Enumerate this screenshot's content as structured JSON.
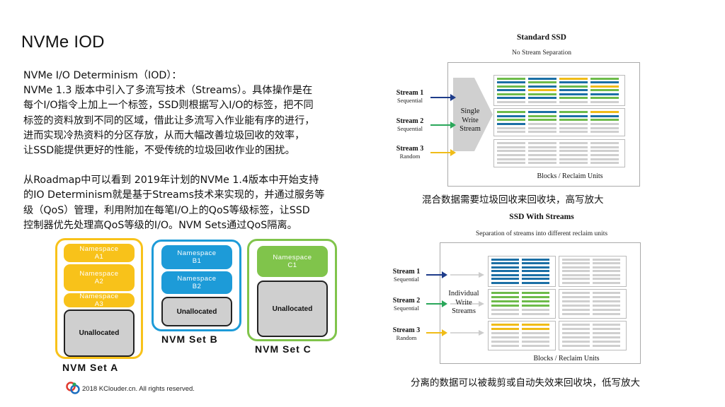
{
  "title": "NVMe IOD",
  "body": {
    "lines1": [
      "NVMe I/O Determinism（IOD）：",
      "NVMe 1.3 版本中引入了多流写技术（Streams）。具体操作是在",
      "每个I/O指令上加上一个标签，SSD则根据写入I/O的标签，把不同",
      "标签的资料放到不同的区域，借此让多流写入作业能有序的进行，",
      "进而实现冷热资料的分区存放，从而大幅改善垃圾回收的效率，",
      "让SSD能提供更好的性能，不受传统的垃圾回收作业的困扰。"
    ],
    "lines2": [
      "从Roadmap中可以看到 2019年计划的NVMe 1.4版本中开始支持",
      "的IO Determinism就是基于Streams技术来实现的，并通过服务等",
      "级（QoS）管理，利用附加在每笔I/O上的QoS等级标签，让SSD",
      "控制器优先处理高QoS等级的I/O。NVM Sets通过QoS隔离。"
    ]
  },
  "nvm_sets": {
    "set_a": {
      "label": "NVM Set A",
      "ns": [
        [
          "Namespace",
          "A1"
        ],
        [
          "Namespace",
          "A2"
        ],
        [
          "Namespace",
          "A3"
        ]
      ],
      "unallocated": "Unallocated"
    },
    "set_b": {
      "label": "NVM Set B",
      "ns": [
        [
          "Namespace",
          "B1"
        ],
        [
          "Namespace",
          "B2"
        ]
      ],
      "unallocated": "Unallocated"
    },
    "set_c": {
      "label": "NVM Set C",
      "ns": [
        [
          "Namespace",
          "C1"
        ]
      ],
      "unallocated": "Unallocated"
    }
  },
  "standard_ssd": {
    "title": "Standard SSD",
    "subtitle": "No Stream Separation",
    "arrow_label": [
      "Single",
      "Write",
      "Stream"
    ],
    "blocks_label": "Blocks / Reclaim Units",
    "caption": "混合数据需要垃圾回收来回收块，高写放大"
  },
  "ssd_streams": {
    "title": "SSD With Streams",
    "subtitle": "Separation of streams into different reclaim units",
    "arrow_label": [
      "Individual",
      "Write",
      "Streams"
    ],
    "blocks_label": "Blocks / Reclaim Units",
    "caption": "分离的数据可以被裁剪或自动失效来回收块，低写放大"
  },
  "streams": [
    {
      "name": "Stream 1",
      "type": "Sequential"
    },
    {
      "name": "Stream 2",
      "type": "Sequential"
    },
    {
      "name": "Stream 3",
      "type": "Random"
    }
  ],
  "colors": {
    "blue": "#1b6fa5",
    "green": "#6dbb4a",
    "yellow": "#f0bc18",
    "gray": "#cfcfcf",
    "ns_yellow": "#f8c21a",
    "ns_blue": "#1d9bd8",
    "ns_green": "#80c44b"
  },
  "footer": "2018 KClouder.cn. All rights reserved."
}
